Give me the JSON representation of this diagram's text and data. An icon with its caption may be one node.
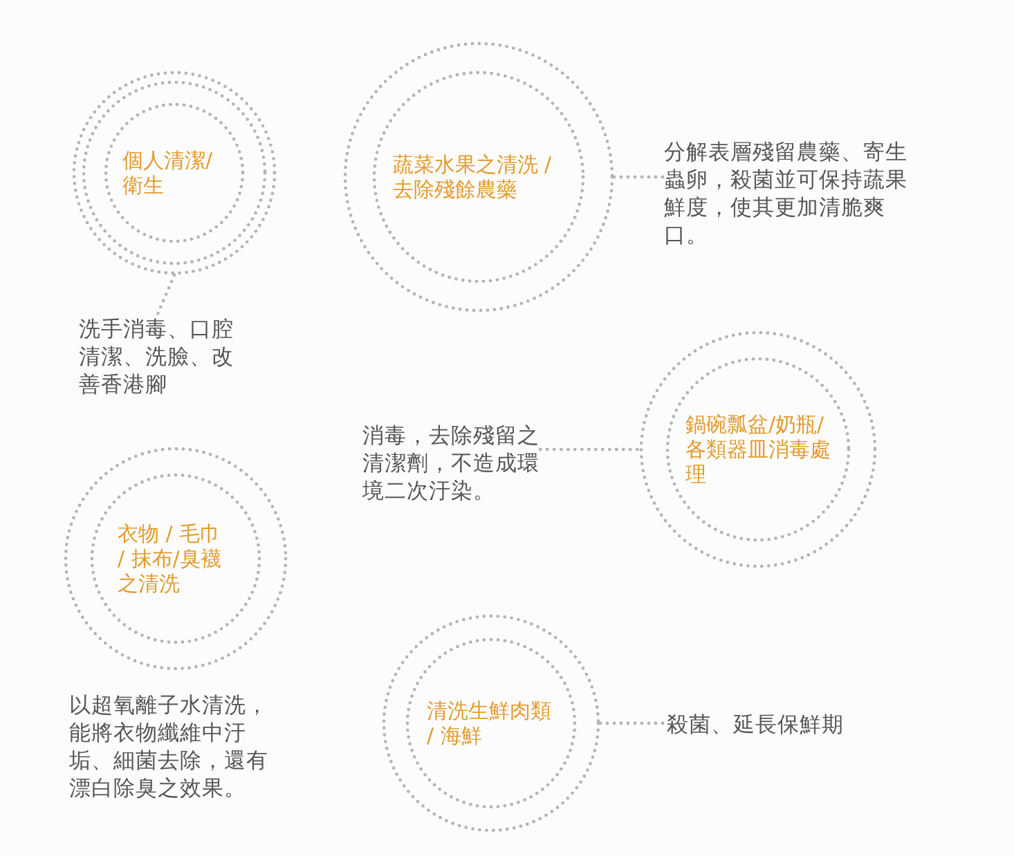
{
  "diagram": {
    "nodes": [
      {
        "text": [
          "個人清潔/衛生"
        ]
      },
      {
        "text": [
          "洗手消毒、口腔清潔、洗臉、改善香港腳"
        ]
      },
      {
        "text": [
          "蔬菜水果之清洗 / 去除殘餘農藥"
        ]
      },
      {
        "text": [
          "分解表層殘留農藥、寄生蟲卵，殺菌並可保持蔬果鮮度，使其更加清脆爽口。"
        ]
      },
      {
        "text": [
          "消毒，去除殘留之清潔劑，不造成環境二次汙染。"
        ]
      },
      {
        "text": [
          "鍋碗瓢盆/奶瓶/各類器皿消毒處理"
        ]
      },
      {
        "text": [
          "衣物 / 毛巾 / 抹布/臭襪之清洗"
        ],
        "beside": [
          "以超氧離子水清洗，能將衣物纖維中汙垢、細菌去除，還有漂白除臭之效果。"
        ]
      },
      {
        "text": [
          "清洗生鮮肉類 / 海鮮"
        ]
      },
      {
        "text": [
          "殺菌、延長保鮮期"
        ]
      }
    ],
    "edges": [
      {
        "from": 0,
        "to": 1,
        "arrow": "none"
      },
      {
        "from": 2,
        "to": 3,
        "arrow": "none"
      },
      {
        "from": 4,
        "to": 5,
        "arrow": "none"
      },
      {
        "from": 7,
        "to": 8,
        "arrow": "none"
      }
    ]
  }
}
